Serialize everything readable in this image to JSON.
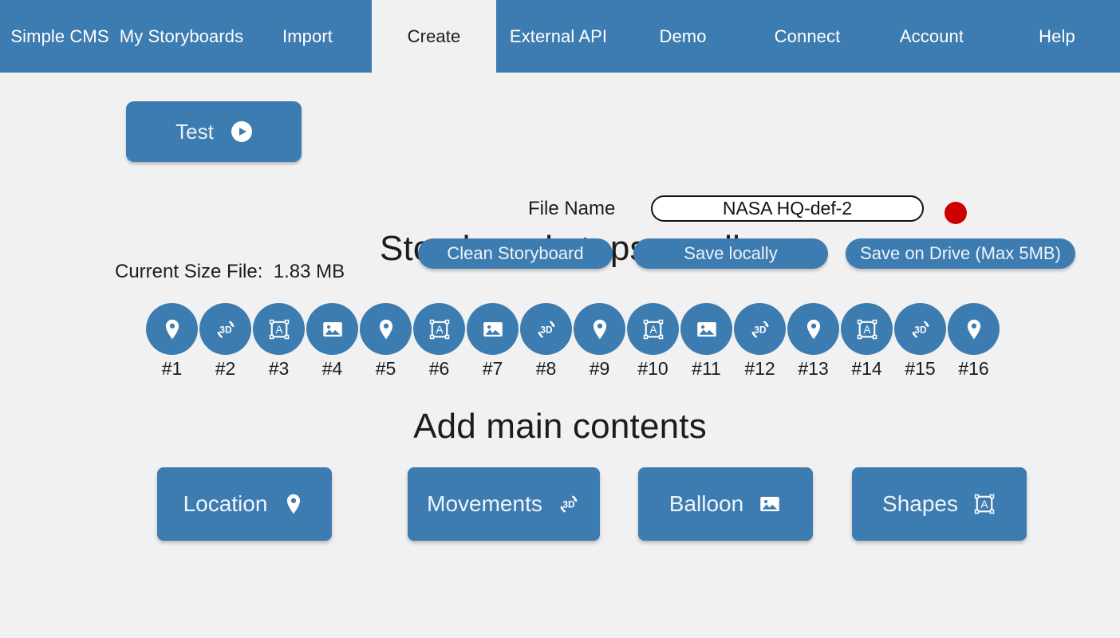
{
  "nav": {
    "items": [
      {
        "label": "Simple CMS",
        "active": false
      },
      {
        "label": "My Storyboards",
        "active": false
      },
      {
        "label": "Import",
        "active": false
      },
      {
        "label": "Create",
        "active": true
      },
      {
        "label": "External API",
        "active": false
      },
      {
        "label": "Demo",
        "active": false
      },
      {
        "label": "Connect",
        "active": false
      },
      {
        "label": "Account",
        "active": false
      },
      {
        "label": "Help",
        "active": false
      }
    ]
  },
  "toolbar": {
    "test_label": "Test",
    "test_icon": "play-icon",
    "current_size_label": "Current Size File:  1.83 MB",
    "file_name_label": "File Name",
    "file_name_value": "NASA HQ-def-2",
    "file_name_placeholder": "File name",
    "record_indicator": "record-dot",
    "clean_label": "Clean Storyboard",
    "save_local_label": "Save locally",
    "save_drive_label": "Save on Drive (Max 5MB)"
  },
  "steps_section": {
    "heading": "Storyboard steps scroll",
    "steps": [
      {
        "label": "#1",
        "icon": "location-pin-icon"
      },
      {
        "label": "#2",
        "icon": "movement-3d-icon"
      },
      {
        "label": "#3",
        "icon": "shapes-icon"
      },
      {
        "label": "#4",
        "icon": "balloon-image-icon"
      },
      {
        "label": "#5",
        "icon": "location-pin-icon"
      },
      {
        "label": "#6",
        "icon": "shapes-icon"
      },
      {
        "label": "#7",
        "icon": "balloon-image-icon"
      },
      {
        "label": "#8",
        "icon": "movement-3d-icon"
      },
      {
        "label": "#9",
        "icon": "location-pin-icon"
      },
      {
        "label": "#10",
        "icon": "shapes-icon"
      },
      {
        "label": "#11",
        "icon": "balloon-image-icon"
      },
      {
        "label": "#12",
        "icon": "movement-3d-icon"
      },
      {
        "label": "#13",
        "icon": "location-pin-icon"
      },
      {
        "label": "#14",
        "icon": "shapes-icon"
      },
      {
        "label": "#15",
        "icon": "movement-3d-icon"
      },
      {
        "label": "#16",
        "icon": "location-pin-icon"
      }
    ]
  },
  "contents_section": {
    "heading": "Add main contents",
    "buttons": [
      {
        "label": "Location",
        "icon": "location-pin-icon"
      },
      {
        "label": "Movements",
        "icon": "movement-3d-icon"
      },
      {
        "label": "Balloon",
        "icon": "balloon-image-icon"
      },
      {
        "label": "Shapes",
        "icon": "shapes-icon"
      }
    ]
  },
  "colors": {
    "accent_blue": "#3d7cb0",
    "page_background": "#f1f1f1",
    "record_red": "#cc0000",
    "text_dark": "#1c1c1c",
    "text_on_accent": "#eef4f9"
  }
}
